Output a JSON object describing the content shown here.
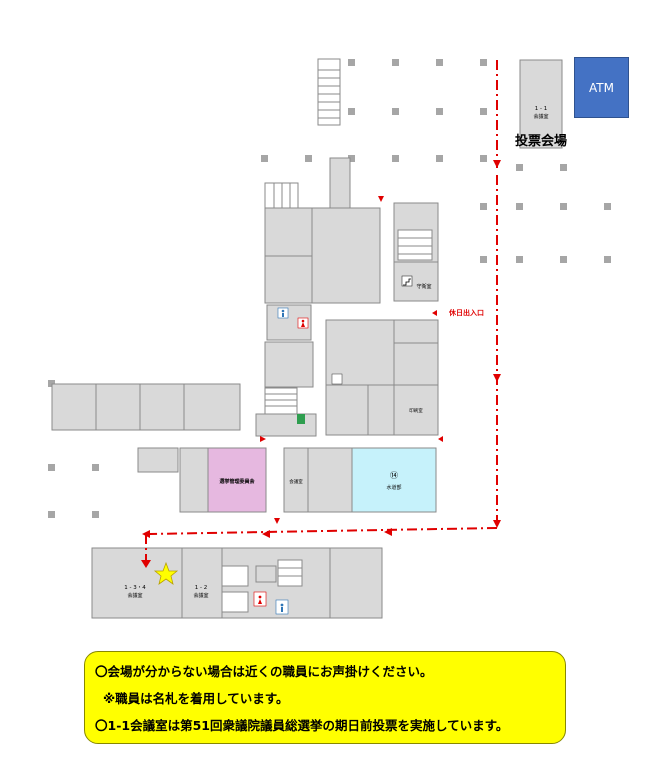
{
  "map": {
    "atm_label": "ATM",
    "voting_hall_label": "投票会場",
    "holiday_entrance_label": "休日出入口",
    "rooms": {
      "room_1_1_number": "1 - 1",
      "room_1_1_name": "会議室",
      "guard_room": "守衛室",
      "room_134_number": "1 - 3・4",
      "room_134_name": "会議室",
      "room_12_number": "1 - 2",
      "room_12_name": "会議室",
      "election_committee": "選挙管理委員会",
      "waterworks_number": "⑭",
      "waterworks_name": "水道部"
    },
    "colors": {
      "route": "#e00000",
      "wall": "#8a8a8a",
      "floor": "#d9d9d9",
      "election_committee": "#e6b8e0",
      "waterworks": "#c6f2fb",
      "star": "#ffff00",
      "notice_bg": "#ffff00",
      "atm_bg": "#4472c4"
    }
  },
  "notice": {
    "line1": "〇会場が分からない場合は近くの職員にお声掛けください。",
    "line2": "※職員は名札を着用しています。",
    "line3": "〇1-1会議室は第51回衆議院議員総選挙の期日前投票を実施しています。"
  }
}
